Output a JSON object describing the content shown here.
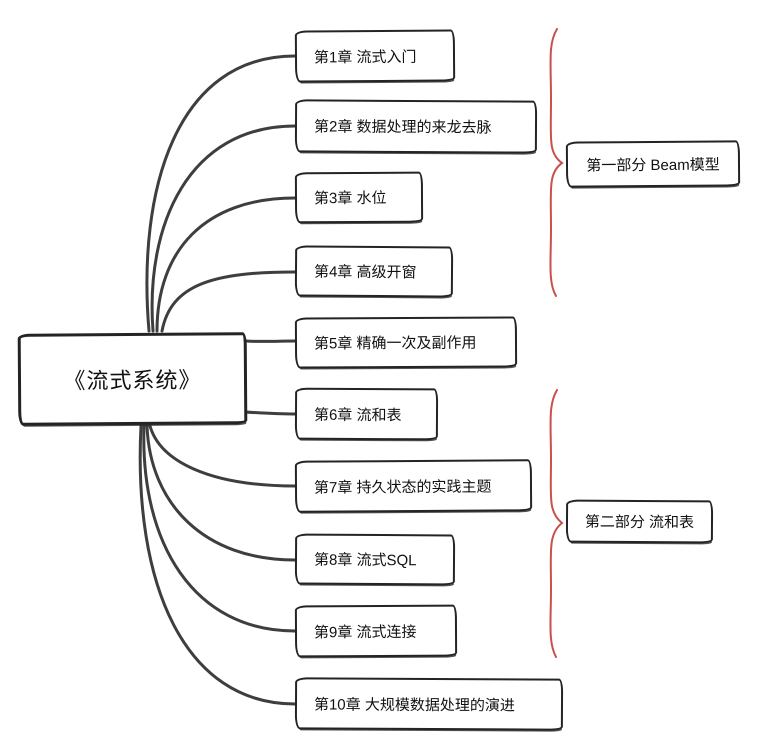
{
  "root": {
    "label": "《流式系统》"
  },
  "chapters": [
    {
      "id": 1,
      "label": "第1章 流式入门"
    },
    {
      "id": 2,
      "label": "第2章 数据处理的来龙去脉"
    },
    {
      "id": 3,
      "label": "第3章 水位"
    },
    {
      "id": 4,
      "label": "第4章 高级开窗"
    },
    {
      "id": 5,
      "label": "第5章 精确一次及副作用"
    },
    {
      "id": 6,
      "label": "第6章 流和表"
    },
    {
      "id": 7,
      "label": "第7章 持久状态的实践主题"
    },
    {
      "id": 8,
      "label": "第8章 流式SQL"
    },
    {
      "id": 9,
      "label": "第9章 流式连接"
    },
    {
      "id": 10,
      "label": "第10章 大规模数据处理的演进"
    }
  ],
  "parts": [
    {
      "label": "第一部分 Beam模型",
      "covers_chapters": "1-4"
    },
    {
      "label": "第二部分 流和表",
      "covers_chapters": "6-9"
    }
  ],
  "colors": {
    "background": "#ffffff",
    "node_border": "#242424",
    "connector": "#3e3e3e",
    "brace": "#c9504c",
    "text": "#111111"
  }
}
